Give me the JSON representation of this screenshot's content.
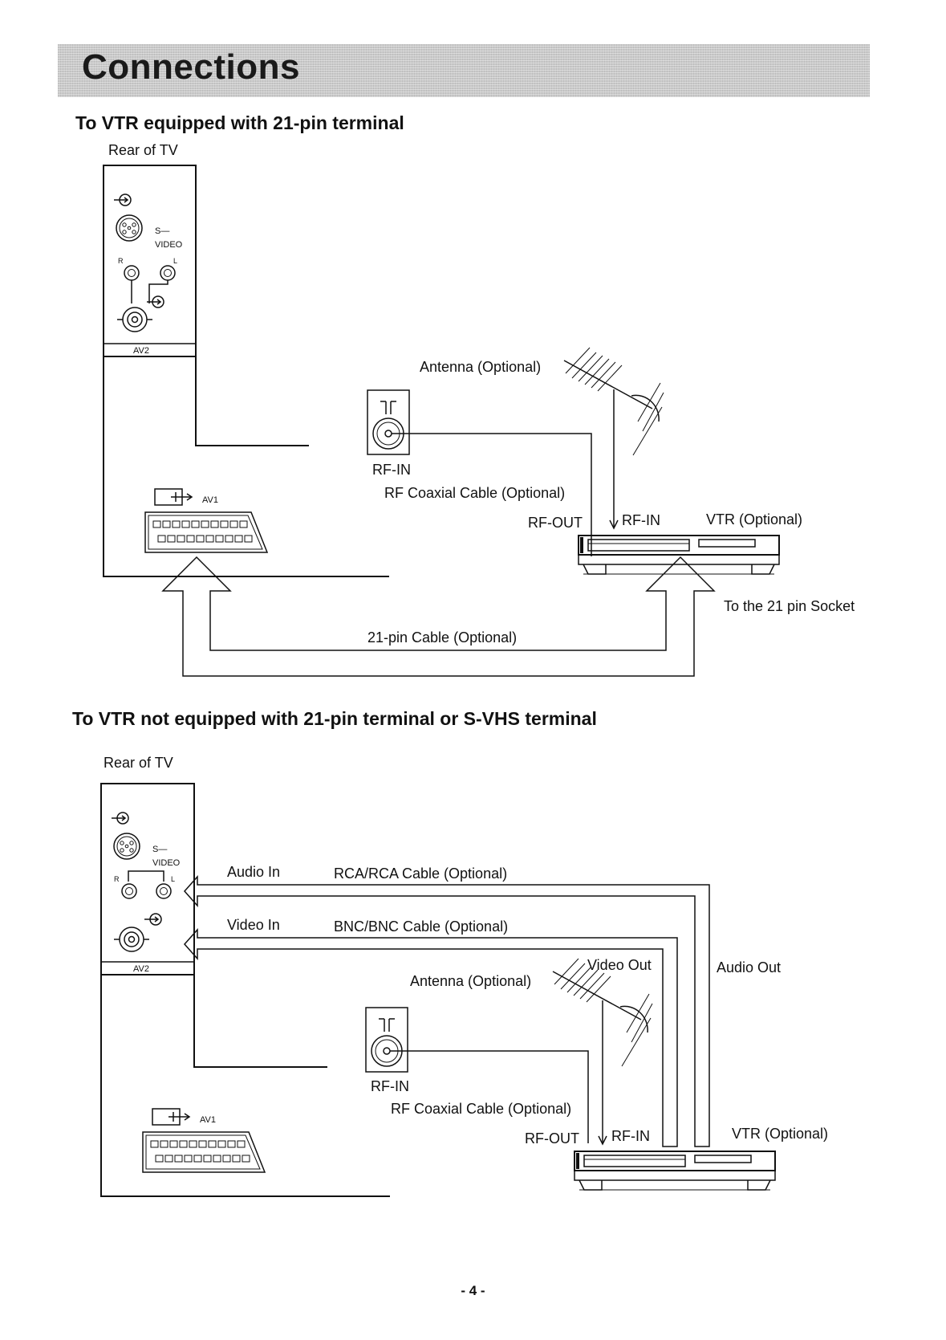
{
  "page": {
    "title": "Connections",
    "page_number": "- 4 -"
  },
  "section1": {
    "heading": "To VTR equipped with 21-pin terminal",
    "rear_of_tv": "Rear of TV",
    "s_video": "S—",
    "s_video2": "VIDEO",
    "r": "R",
    "l": "L",
    "av2": "AV2",
    "av1": "AV1",
    "antenna": "Antenna (Optional)",
    "rf_in_tv": "RF-IN",
    "rf_coax": "RF Coaxial Cable (Optional)",
    "rf_out": "RF-OUT",
    "rf_in_vtr": "RF-IN",
    "vtr": "VTR (Optional)",
    "to_socket": "To the 21 pin Socket",
    "cable_21pin": "21-pin Cable (Optional)"
  },
  "section2": {
    "heading": "To VTR not equipped with 21-pin terminal or S-VHS terminal",
    "rear_of_tv": "Rear of TV",
    "s_video": "S—",
    "s_video2": "VIDEO",
    "r": "R",
    "l": "L",
    "av2": "AV2",
    "av1": "AV1",
    "audio_in": "Audio In",
    "rca_cable": "RCA/RCA Cable (Optional)",
    "video_in": "Video In",
    "bnc_cable": "BNC/BNC Cable (Optional)",
    "video_out": "Video Out",
    "audio_out": "Audio Out",
    "antenna": "Antenna (Optional)",
    "rf_in_tv": "RF-IN",
    "rf_coax": "RF Coaxial Cable (Optional)",
    "rf_out": "RF-OUT",
    "rf_in_vtr": "RF-IN",
    "vtr": "VTR (Optional)"
  }
}
